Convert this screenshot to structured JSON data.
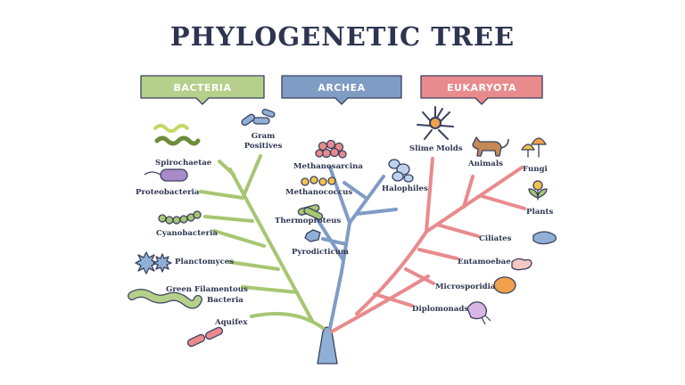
{
  "title": "PHYLOGENETIC TREE",
  "domains": [
    {
      "name": "BACTERIA",
      "color": "#b5d08a"
    },
    {
      "name": "ARCHEA",
      "color": "#7f9cc4"
    },
    {
      "name": "EUKARYOTA",
      "color": "#e98a8c"
    }
  ],
  "bacteria": {
    "spirochaetae": "Spirochaetae",
    "gram_positives_1": "Gram",
    "gram_positives_2": "Positives",
    "proteobacteria": "Proteobacteria",
    "cyanobacteria": "Cyanobacteria",
    "planctomyces": "Planctomyces",
    "green_filamentous_1": "Green Filamentous",
    "green_filamentous_2": "Bacteria",
    "aquifex": "Aquifex"
  },
  "archea": {
    "methanosarcina": "Methanosarcina",
    "methanococcus": "Methanococcus",
    "thermoproteus": "Thermoproteus",
    "pyrodicticum": "Pyrodicticum",
    "halophiles": "Halophiles"
  },
  "eukaryota": {
    "slime_molds": "Slime Molds",
    "animals": "Animals",
    "fungi": "Fungi",
    "plants": "Plants",
    "ciliates": "Ciliates",
    "entamoebae": "Entamoebae",
    "microsporidia": "Microsporidia",
    "diplomonads": "Diplomonads"
  }
}
